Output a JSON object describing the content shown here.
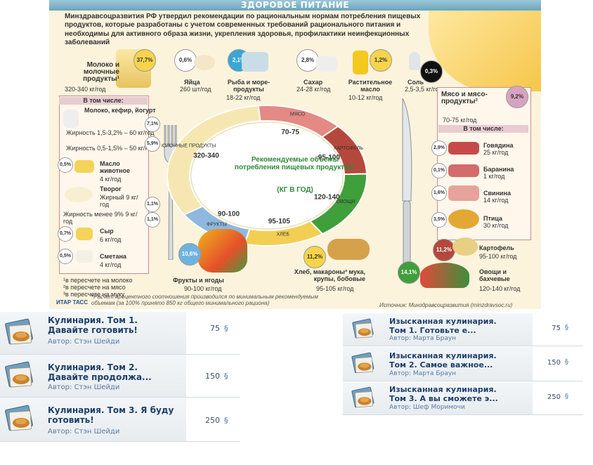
{
  "infographic": {
    "title": "ЗДОРОВОЕ ПИТАНИЕ",
    "intro": "Минздравсоцразвития РФ утвердил рекомендации по рациональным нормам потребления пищевых продуктов, которые разработаны с учетом современных требований рационального питания и необходимы для активного образа жизни, укрепления здоровья, профилактики неинфекционных заболеваний",
    "center_title": "Рекомендуемые объемы потребления пищевых продуктов*",
    "center_unit": "(КГ В ГОД)",
    "top_items": [
      {
        "pct": "37,7%",
        "name": "Молоко и молочные продукты¹",
        "amount": "320-340 кг/год"
      },
      {
        "pct": "0,6%",
        "name": "Яйца",
        "amount": "260 шт/год"
      },
      {
        "pct": "2,1%",
        "name": "Рыба и море-продукты",
        "amount": "18-22 кг/год"
      },
      {
        "pct": "2,8%",
        "name": "Сахар",
        "amount": "24-28 кг/год"
      },
      {
        "pct": "1,2%",
        "name": "Растительное масло",
        "amount": "10-12 кг/год"
      },
      {
        "pct": "0,3%",
        "name": "Соль",
        "amount": "2,5-3,5 кг/год"
      }
    ],
    "dairy_heading": "В том числе:",
    "dairy": [
      {
        "pct": "7,1%",
        "name": "Молоко, кефир, йогурт",
        "sub": "Жирность 1,5-3,2% – 60 кг/год"
      },
      {
        "pct": "5,9%",
        "name": "",
        "sub": "Жирность 0,5-1,5% – 50 кг/год"
      },
      {
        "pct": "0,5%",
        "name": "Масло животное",
        "sub": "4 кг/год"
      },
      {
        "pct": "1,1%",
        "name": "Творог",
        "sub": "Жирный 9 кг/год"
      },
      {
        "pct": "1,1%",
        "name": "",
        "sub": "Жирность менее 9% 9 кг/год"
      },
      {
        "pct": "0,7%",
        "name": "Сыр",
        "sub": "6 кг/год"
      },
      {
        "pct": "0,5%",
        "name": "Сметана",
        "sub": "4 кг/год"
      }
    ],
    "meat_item": {
      "pct": "9,2%",
      "name": "Мясо и мясо-продукты²",
      "amount": "70-75 кг/год"
    },
    "meat_heading": "В том числе:",
    "meat": [
      {
        "pct": "2,9%",
        "name": "Говядина",
        "amount": "25 кг/год"
      },
      {
        "pct": "0,1%",
        "name": "Баранина",
        "amount": "1 кг/год"
      },
      {
        "pct": "1,6%",
        "name": "Свинина",
        "amount": "14 кг/год"
      },
      {
        "pct": "3,5%",
        "name": "Птица",
        "amount": "30 кг/год"
      }
    ],
    "bottom_items": [
      {
        "pct": "10,6%",
        "name": "Фрукты и ягоды",
        "amount": "90-100 кг/год"
      },
      {
        "pct": "11,2%",
        "name": "Хлеб, макароны³ мука, крупы, бобовые",
        "amount": "95-105 кг/год"
      },
      {
        "pct": "11,2%",
        "name": "Картофель",
        "amount": "95-100 кг/год"
      },
      {
        "pct": "14,1%",
        "name": "Овощи и бахчевые",
        "amount": "120-140 кг/год"
      }
    ],
    "plate_segments": [
      {
        "label": "МЯСО",
        "value": "70-75",
        "color": "#e38a85"
      },
      {
        "label": "КАРТОФЕЛЬ",
        "value": "95-100",
        "color": "#b5483c"
      },
      {
        "label": "ОВОЩИ",
        "value": "120-140",
        "color": "#3f9f3b"
      },
      {
        "label": "ХЛЕБ",
        "value": "95-105",
        "color": "#f2cf52"
      },
      {
        "label": "ФРУКТЫ",
        "value": "90-100",
        "color": "#8eb8de"
      },
      {
        "label": "МОЛОЧНЫЕ ПРОДУКТЫ",
        "value": "320-340",
        "color": "#f6e7b2"
      }
    ],
    "footnotes": [
      "¹в пересчете на молоко",
      "²в пересчете на мясо",
      "³в пересчете на муку"
    ],
    "asterisk_note": "*Расчет процентного соотношения производился по минимальным рекомендуемым объемам (за 100% принято 850 кг общего минимального рациона)",
    "logo": "ИТАР ТАСС",
    "source": "Источник: Минздравсоцразвития (minzdravsoc.ru)"
  },
  "store": {
    "currency_icon": "simoleon-icon",
    "left_list": [
      {
        "title": "Кулинария. Том 1.\nДавайте готовить!",
        "author": "Автор: Стэн Шейди",
        "price": "75"
      },
      {
        "title": "Кулинария. Том 2.\nДавайте продолжа...",
        "author": "Автор: Стэн Шейди",
        "price": "150"
      },
      {
        "title": "Кулинария. Том 3. Я буду\nготовить!",
        "author": "Автор: Стэн Шейди",
        "price": "250"
      }
    ],
    "right_list": [
      {
        "title": "Изысканная кулинария.\nТом 1. Готовьте е...",
        "author": "Автор: Марта Браун",
        "price": "75"
      },
      {
        "title": "Изысканная кулинария.\nТом 2. Самое важное...",
        "author": "Автор: Марта Браун",
        "price": "150"
      },
      {
        "title": "Изысканная кулинария.\nТом 3. А вы сможете э...",
        "author": "Автор: Шеф Моримочи",
        "price": "250"
      }
    ]
  }
}
